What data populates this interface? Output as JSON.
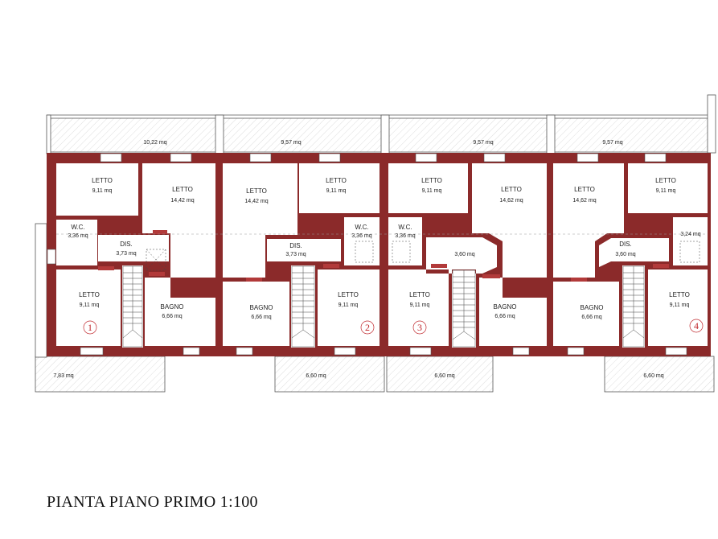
{
  "title": "PIANTA  PIANO PRIMO  1:100",
  "colors": {
    "wall": "#8b2a2a",
    "door": "#b23a3a",
    "line": "#555555",
    "unit_number": "#c0282d"
  },
  "terraces_top": [
    "10,22  mq",
    "9,57  mq",
    "9,57  mq",
    "9,57  mq"
  ],
  "terraces_bottom": [
    "7,83  mq",
    "6,60  mq",
    "6,60  mq",
    "6,60  mq"
  ],
  "unit_numbers": [
    "1",
    "2",
    "3",
    "4"
  ],
  "rooms": [
    {
      "name": "LETTO",
      "area": "9,11  mq"
    },
    {
      "name": "LETTO",
      "area": "14,42  mq"
    },
    {
      "name": "W.C.",
      "area": "3,36  mq"
    },
    {
      "name": "DIS.",
      "area": "3,73  mq"
    },
    {
      "name": "LETTO",
      "area": "9,11  mq"
    },
    {
      "name": "BAGNO",
      "area": "6,66  mq"
    },
    {
      "name": "LETTO",
      "area": "14,42  mq"
    },
    {
      "name": "LETTO",
      "area": "9,11  mq"
    },
    {
      "name": "W.C.",
      "area": "3,36  mq"
    },
    {
      "name": "DIS.",
      "area": "3,73  mq"
    },
    {
      "name": "BAGNO",
      "area": "6,66  mq"
    },
    {
      "name": "LETTO",
      "area": "9,11  mq"
    },
    {
      "name": "LETTO",
      "area": "9,11  mq"
    },
    {
      "name": "LETTO",
      "area": "14,62  mq"
    },
    {
      "name": "W.C.",
      "area": "3,36  mq"
    },
    {
      "name": "",
      "area": "3,60  mq"
    },
    {
      "name": "LETTO",
      "area": "9,11  mq"
    },
    {
      "name": "BAGNO",
      "area": "6,66  mq"
    },
    {
      "name": "LETTO",
      "area": "14,62  mq"
    },
    {
      "name": "LETTO",
      "area": "9,11  mq"
    },
    {
      "name": "DIS.",
      "area": "3,60  mq"
    },
    {
      "name": "",
      "area": "3,24  mq"
    },
    {
      "name": "BAGNO",
      "area": "6,66  mq"
    },
    {
      "name": "LETTO",
      "area": "9,11  mq"
    }
  ]
}
